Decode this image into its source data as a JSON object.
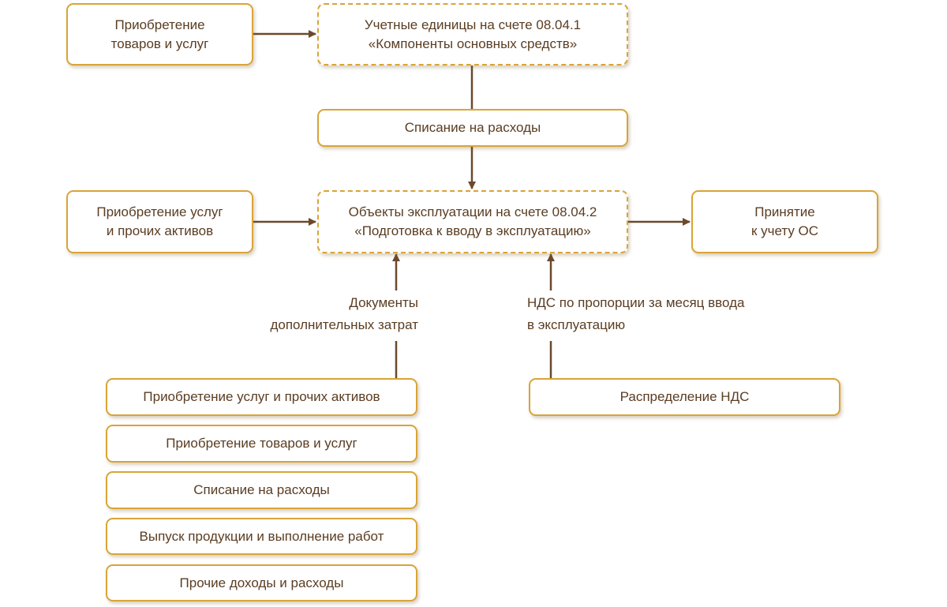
{
  "diagram": {
    "colors": {
      "box_border": "#d9a437",
      "arrow": "#6b4a2b",
      "text": "#5a3d22"
    },
    "nodes": {
      "purchase_goods": {
        "line1": "Приобретение",
        "line2": "товаров и услуг"
      },
      "account_units": {
        "line1": "Учетные единицы на счете 08.04.1",
        "line2": "«Компоненты основных средств»"
      },
      "write_off": {
        "label": "Списание на расходы"
      },
      "purchase_services": {
        "line1": "Приобретение услуг",
        "line2": "и прочих активов"
      },
      "operation_objects": {
        "line1": "Объекты эксплуатации на счете 08.04.2",
        "line2": "«Подготовка к вводу в эксплуатацию»"
      },
      "acceptance": {
        "line1": "Принятие",
        "line2": "к учету ОС"
      },
      "vat_distribution": {
        "label": "Распределение НДС"
      }
    },
    "edge_labels": {
      "additional_costs": {
        "line1": "Документы",
        "line2": "дополнительных затрат"
      },
      "vat_proportion": {
        "line1": "НДС по пропорции за месяц ввода",
        "line2": "в эксплуатацию"
      }
    },
    "documents_list": [
      "Приобретение услуг и прочих активов",
      "Приобретение товаров и услуг",
      "Списание на расходы",
      "Выпуск продукции и выполнение работ",
      "Прочие доходы и расходы"
    ]
  }
}
